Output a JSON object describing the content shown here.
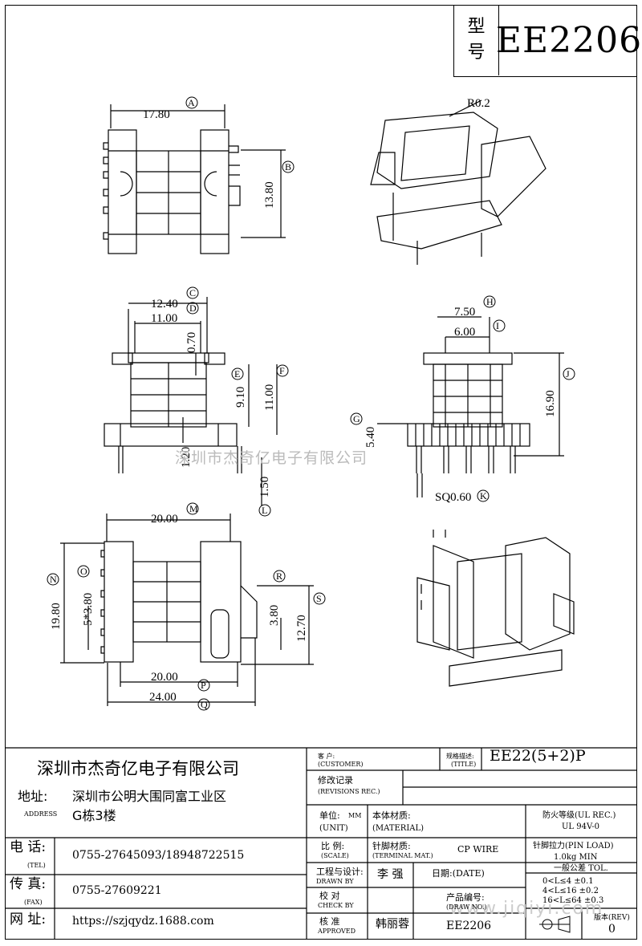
{
  "model": {
    "label_1": "型",
    "label_2": "号",
    "value": "EE2206"
  },
  "callouts": {
    "radius": "R0.2"
  },
  "view_top": {
    "dims": {
      "a": "17.80",
      "b": "13.80"
    },
    "markers": {
      "a": "A",
      "b": "B"
    }
  },
  "view_front": {
    "dims": {
      "c": "12.40",
      "d": "11.00",
      "d2": "0.70",
      "e": "9.10",
      "f": "11.00",
      "g": "1.20",
      "l": "1.50"
    },
    "markers": {
      "c": "C",
      "d": "D",
      "e": "E",
      "f": "F",
      "l": "L"
    }
  },
  "view_side": {
    "dims": {
      "h": "7.50",
      "i": "6.00",
      "j": "16.90",
      "g": "5.40",
      "k": "SQ0.60"
    },
    "markers": {
      "h": "H",
      "i": "I",
      "j": "J",
      "g": "G",
      "k": "K"
    }
  },
  "view_bottom": {
    "dims": {
      "m": "20.00",
      "n": "19.80",
      "o": "5*3.80",
      "r": "3.80",
      "s": "12.70",
      "p": "20.00",
      "q": "24.00"
    },
    "markers": {
      "m": "M",
      "n": "N",
      "o": "O",
      "r": "R",
      "s": "S",
      "p": "P",
      "q": "Q"
    }
  },
  "watermark": {
    "center": "深圳市杰奇亿电子有限公司",
    "corner": "www.jiqiyi.com"
  },
  "title_block": {
    "company": "深圳市杰奇亿电子有限公司",
    "address_label": "地址:",
    "address_label_en": "ADDRESS",
    "address_line1": "深圳市公明大围同富工业区",
    "address_line2": "G栋3楼",
    "tel_label": "电 话:",
    "tel_label_en": "(TEL)",
    "tel": "0755-27645093/18948722515",
    "fax_label": "传 真:",
    "fax_label_en": "(FAX)",
    "fax": "0755-27609221",
    "web_label": "网 址:",
    "web": "https://szjqydz.1688.com",
    "customer_label": "客  户:",
    "customer_label_en": "(CUSTOMER)",
    "spec_label": "规格描述:",
    "spec_label_en": "(TITLE)",
    "spec": "EE22(5+2)P",
    "rev_rec_label": "修改记录",
    "rev_rec_label_en": "(REVISIONS REC.)",
    "unit_label": "单位:",
    "unit_value": "MM",
    "unit_label_en": "(UNIT)",
    "material_label": "本体材质:",
    "material_label_en": "(MATERIAL)",
    "ul_label": "防火等级(UL REC.)",
    "ul_value": "UL 94V-0",
    "scale_label": "比  例:",
    "scale_label_en": "(SCALE)",
    "terminal_label": "针脚材质:",
    "terminal_label_en": "(TERMINAL MAT.)",
    "terminal_value": "CP WIRE",
    "pin_load_label": "针脚拉力(PIN LOAD)",
    "pin_load_value": "1.0kg MIN",
    "drawn_label": "工程与设计:",
    "drawn_label_en": "DRAWN BY",
    "drawn_value": "李 强",
    "date_label": "日期:(DATE)",
    "tol_label": "一般公差 TOL.",
    "tol_1": "0<L≤4  ±0.1",
    "tol_2": "4<L≤16 ±0.2",
    "tol_3": "16<L≤64 ±0.3",
    "check_label": "校  对",
    "check_label_en": "CHECK BY",
    "product_no_label": "产品编号:",
    "product_no_label_en": "(DRAW NO.)",
    "approve_label": "核  准",
    "approve_label_en": "APPROVED",
    "approve_value": "韩丽蓉",
    "product_no": "EE2206",
    "rev_label": "版本(REV)",
    "rev_value": "0"
  }
}
